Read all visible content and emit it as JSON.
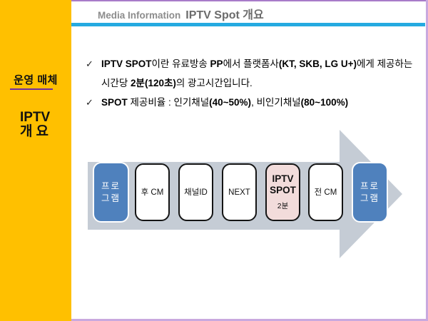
{
  "sidebar": {
    "section_label": "운영 매체",
    "title_line1": "IPTV",
    "title_line2": "개요"
  },
  "header": {
    "prefix": "Media Information",
    "title": "IPTV Spot 개요"
  },
  "bullets": [
    {
      "check": "✓",
      "segments": [
        {
          "text": "IPTV SPOT",
          "bold": true
        },
        {
          "text": "이란 유료방송 ",
          "bold": false
        },
        {
          "text": "PP",
          "bold": true
        },
        {
          "text": "에서 플랫폼사",
          "bold": false
        },
        {
          "text": "(KT, SKB, LG U+)",
          "bold": true
        },
        {
          "text": "에게 제공하는 시간당 ",
          "bold": false
        },
        {
          "text": "2분(120초)",
          "bold": true
        },
        {
          "text": "의 광고시간입니다.",
          "bold": false
        }
      ]
    },
    {
      "check": "✓",
      "segments": [
        {
          "text": "SPOT",
          "bold": true
        },
        {
          "text": " 제공비율 : 인기채널",
          "bold": false
        },
        {
          "text": "(40~50%)",
          "bold": true
        },
        {
          "text": ", 비인기채널",
          "bold": false
        },
        {
          "text": "(80~100%)",
          "bold": true
        }
      ]
    }
  ],
  "diagram": {
    "boxes": [
      {
        "style": "blue",
        "lines": [
          "프로",
          "그램"
        ]
      },
      {
        "style": "white",
        "label": "후 CM"
      },
      {
        "style": "white",
        "label": "채널ID"
      },
      {
        "style": "white",
        "label": "NEXT"
      },
      {
        "style": "pink",
        "lines": [
          "IPTV",
          "SPOT"
        ],
        "sub": "2분"
      },
      {
        "style": "white",
        "label": "전 CM"
      },
      {
        "style": "blue",
        "lines": [
          "프로",
          "그램"
        ]
      }
    ]
  },
  "colors": {
    "sidebar_bg": "#FFC000",
    "sidebar_underline": "#7030A0",
    "header_rule": "#25AAE1",
    "slide_border_top": "#A87BC9",
    "slide_border_side": "#C9A9DF",
    "arrow": "#C5CCD5",
    "box_blue": "#4F81BD",
    "box_pink": "#F2DCDB",
    "header_prefix_color": "#8C8C8C",
    "header_title_color": "#6B6B6B"
  }
}
